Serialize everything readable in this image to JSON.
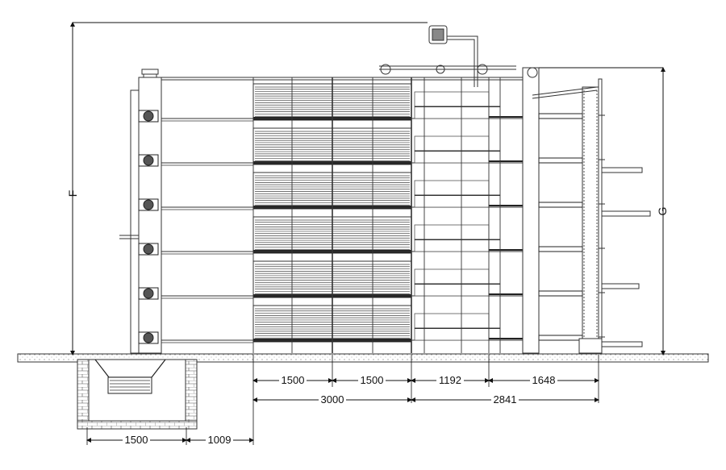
{
  "drawing": {
    "height_labels": {
      "overall": "F",
      "right_side": "G"
    },
    "dimensions": {
      "bay_1": "1500",
      "bay_2": "1500",
      "bay_3": "1192",
      "bay_4": "1648",
      "left_group_total": "3000",
      "right_group_total": "2841",
      "pit_width": "1500",
      "pit_offset": "1009"
    },
    "tier_count": 6
  }
}
